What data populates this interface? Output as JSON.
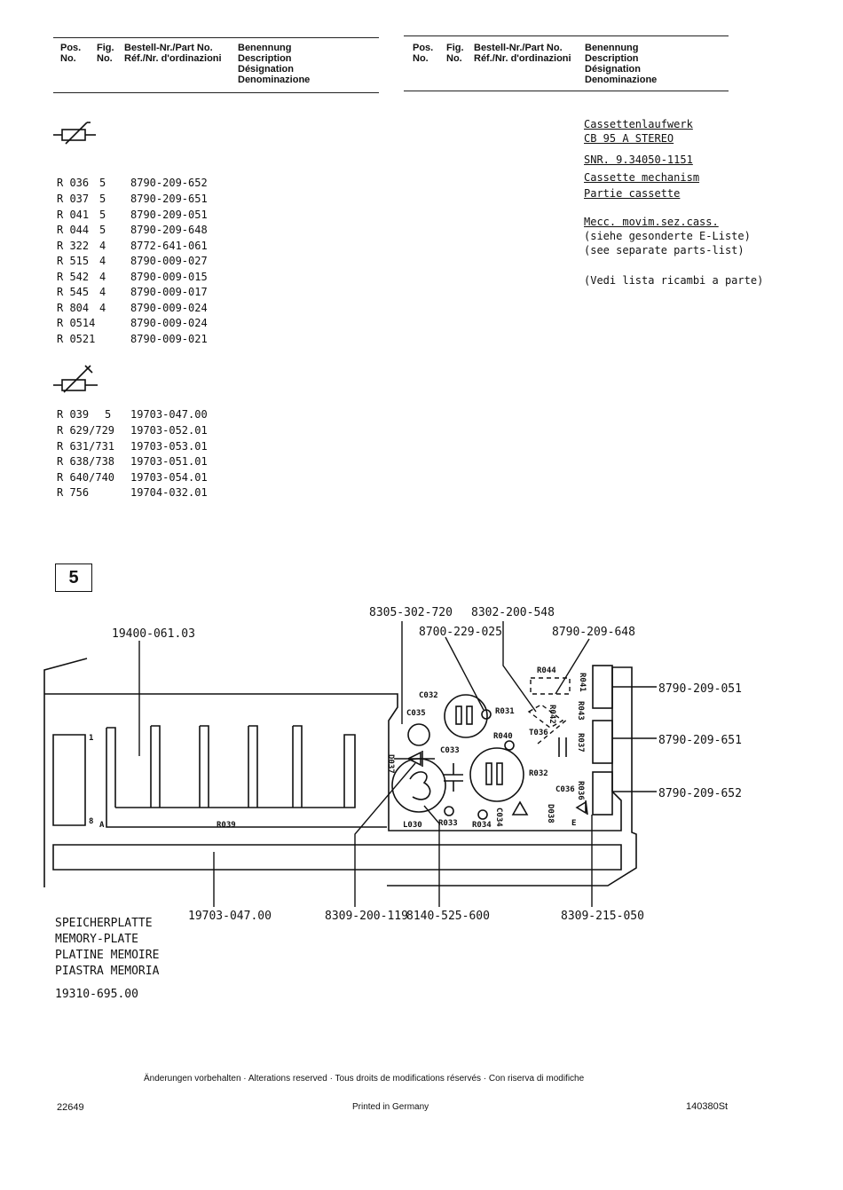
{
  "header": {
    "left": {
      "pos": [
        "Pos.",
        "No."
      ],
      "fig": [
        "Fig.",
        "No."
      ],
      "part": [
        "Bestell-Nr./Part No.",
        "Réf./Nr. d'ordinazioni"
      ],
      "name": [
        "Benennung",
        "Description",
        "Désignation",
        "Denominazione"
      ]
    },
    "right": {
      "pos": [
        "Pos.",
        "No."
      ],
      "fig": [
        "Fig.",
        "No."
      ],
      "part": [
        "Bestell-Nr./Part No.",
        "Réf./Nr. d'ordinazioni"
      ],
      "name": [
        "Benennung",
        "Description",
        "Désignation",
        "Denominazione"
      ]
    }
  },
  "resistors_group1": {
    "symbol": "resistor-symbol-icon",
    "rows": [
      {
        "pos": "R 036",
        "fig": "5",
        "part": "8790-209-652"
      },
      {
        "pos": "R 037",
        "fig": "5",
        "part": "8790-209-651"
      },
      {
        "pos": "R 041",
        "fig": "5",
        "part": "8790-209-051"
      },
      {
        "pos": "R 044",
        "fig": "5",
        "part": "8790-209-648"
      },
      {
        "pos": "R 322",
        "fig": "4",
        "part": "8772-641-061"
      },
      {
        "pos": "R 515",
        "fig": "4",
        "part": "8790-009-027"
      },
      {
        "pos": "R 542",
        "fig": "4",
        "part": "8790-009-015"
      },
      {
        "pos": "R 545",
        "fig": "4",
        "part": "8790-009-017"
      },
      {
        "pos": "R 804",
        "fig": "4",
        "part": "8790-009-024"
      },
      {
        "pos": "R 0514",
        "fig": "",
        "part": "8790-009-024"
      },
      {
        "pos": "R 0521",
        "fig": "",
        "part": "8790-009-021"
      }
    ]
  },
  "resistors_group2": {
    "symbol": "trimmer-resistor-symbol-icon",
    "rows": [
      {
        "pos": "R 039",
        "fig": "5",
        "part": "19703-047.00"
      },
      {
        "pos": "R 629/729",
        "fig": "",
        "part": "19703-052.01"
      },
      {
        "pos": "R 631/731",
        "fig": "",
        "part": "19703-053.01"
      },
      {
        "pos": "R 638/738",
        "fig": "",
        "part": "19703-051.01"
      },
      {
        "pos": "R 640/740",
        "fig": "",
        "part": "19703-054.01"
      },
      {
        "pos": "R 756",
        "fig": "",
        "part": "19704-032.01"
      }
    ]
  },
  "right_notes": {
    "line1": "Cassettenlaufwerk",
    "line2": "CB 95 A STEREO",
    "line3": "SNR. 9.34050-1151",
    "line4": "Cassette mechanism",
    "line5": "Partie cassette",
    "line6": "Mecc. movim.sez.cass.",
    "line7": "(siehe gesonderte E-Liste)",
    "line8": "(see separate parts-list)",
    "line9": "(Vedi lista ricambi a parte)"
  },
  "figure": {
    "number": "5",
    "callouts": {
      "c1": "19400-061.03",
      "c2": "8305-302-720",
      "c3": "8302-200-548",
      "c4": "8700-229-025",
      "c5": "8790-209-648",
      "c6": "8790-209-051",
      "c7": "8790-209-651",
      "c8": "8790-209-652",
      "c9": "19703-047.00",
      "c10": "8309-200-119",
      "c11": "8140-525-600",
      "c12": "8309-215-050"
    },
    "pcb_labels": {
      "r044": "R044",
      "r041": "R041",
      "c032": "C032",
      "c035": "C035",
      "r031": "R031",
      "r042": "R042",
      "r043": "R043",
      "t036": "T036",
      "r040": "R040",
      "r037": "R037",
      "c033": "C033",
      "d037": "D037",
      "r032": "R032",
      "c036": "C036",
      "r036": "R036",
      "d038": "D038",
      "c034": "C034",
      "l030": "L030",
      "r033": "R033",
      "r034": "R034",
      "e": "E",
      "a": "A",
      "r039": "R039",
      "pin1": "1",
      "pin8": "8"
    },
    "caption": [
      "SPEICHERPLATTE",
      "MEMORY-PLATE",
      "PLATINE MEMOIRE",
      "PIASTRA MEMORIA"
    ],
    "caption_part": "19310-695.00"
  },
  "footer": {
    "notice": "Änderungen vorbehalten · Alterations reserved · Tous droits de modifications réservés · Con riserva di modifiche",
    "left_code": "22649",
    "center": "Printed in Germany",
    "right_code": "140380St"
  }
}
